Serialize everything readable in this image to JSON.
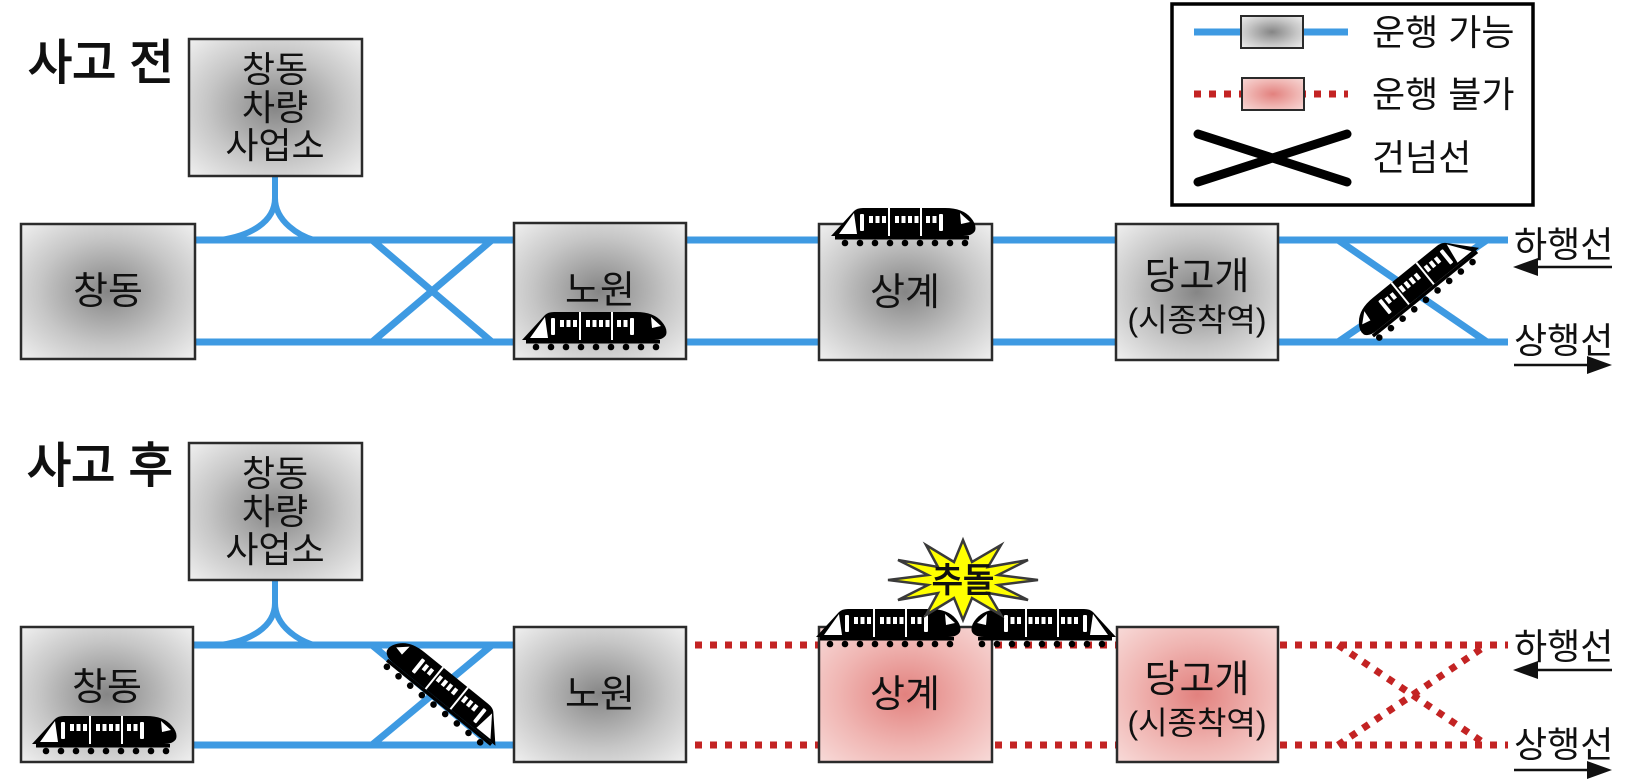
{
  "sections": {
    "before": {
      "title": "사고 전"
    },
    "after": {
      "title": "사고 후",
      "collision_label": "추돌"
    }
  },
  "stations": {
    "depot_line1": "창동",
    "depot_line2": "차량",
    "depot_line3": "사업소",
    "changdong": "창동",
    "nowon": "노원",
    "sanggye": "상계",
    "danggogae": "당고개",
    "danggogae_note": "(시종착역)"
  },
  "line_labels": {
    "down": "하행선",
    "up": "상행선"
  },
  "legend": {
    "operable": "운행 가능",
    "blocked": "운행 불가",
    "crossover": "건넘선"
  },
  "colors": {
    "operable_line": "#3E9AE2",
    "blocked_line": "#C32323",
    "station_gray_center": "#858585",
    "station_gray_edge": "#F2F2F2",
    "blocked_station_center": "#E2817E",
    "blocked_station_edge": "#F8DCDA",
    "collision_burst": "#FFFF00",
    "train": "#000000"
  }
}
